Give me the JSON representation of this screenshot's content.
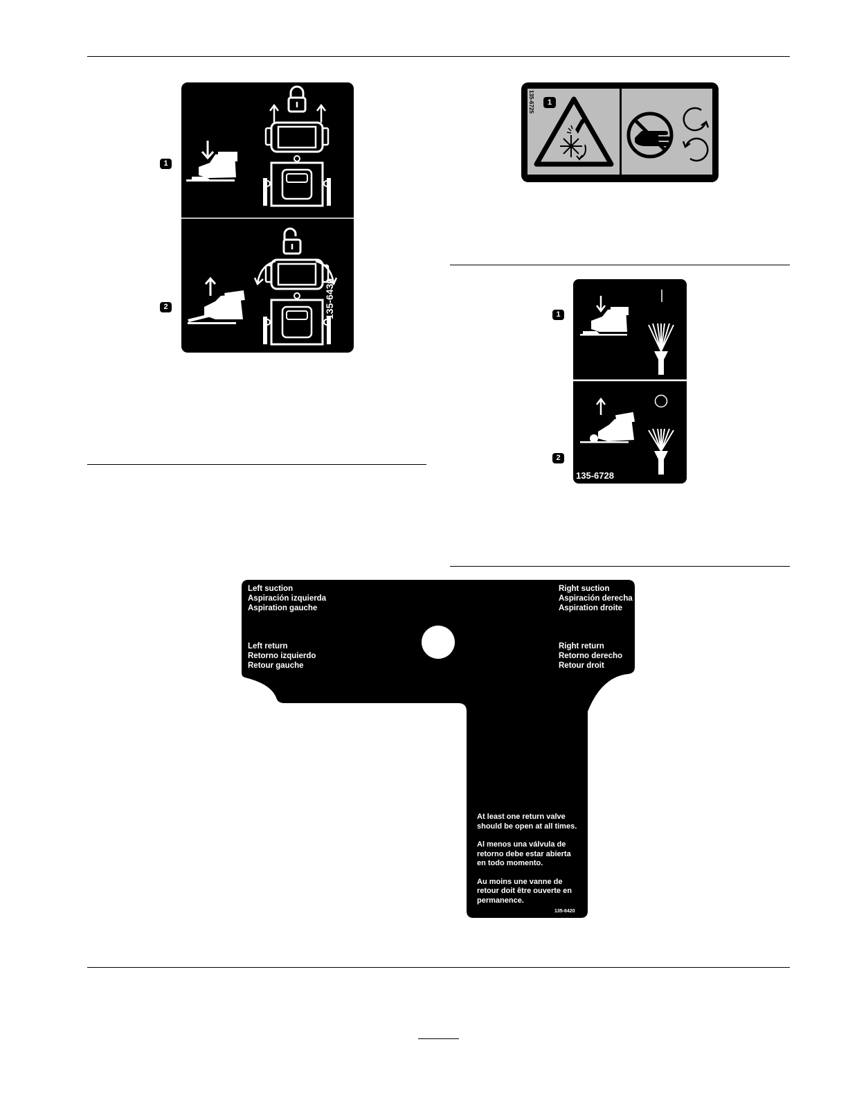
{
  "colors": {
    "decal": "#000000",
    "panel_gray": "#bdbdbd",
    "ink": "#000000",
    "page": "#ffffff"
  },
  "decal_6430": {
    "part_number": "135-6430",
    "callouts": [
      "1",
      "2"
    ],
    "icons": [
      "pedal-pressed-icon",
      "lock-closed-icon",
      "mower-locked-icon",
      "pedal-released-icon",
      "lock-open-icon",
      "mower-turning-icon"
    ]
  },
  "decal_6725": {
    "part_number": "135-6725",
    "callouts": [
      "1"
    ],
    "icons": [
      "cutting-blade-warning-icon",
      "no-hands-icon",
      "rotation-arrows-icon"
    ]
  },
  "decal_6728": {
    "part_number": "135-6728",
    "callouts": [
      "1",
      "2"
    ],
    "icons": [
      "pedal-pressed-icon",
      "switch-on-icon",
      "spray-icon",
      "pedal-released-icon",
      "switch-off-icon",
      "spray-icon"
    ]
  },
  "decal_6420": {
    "part_number": "135-6420",
    "left_suction": [
      "Left suction",
      "Aspiración izquierda",
      "Aspiration gauche"
    ],
    "right_suction": [
      "Right suction",
      "Aspiración derecha",
      "Aspiration droite"
    ],
    "left_return": [
      "Left return",
      "Retorno izquierdo",
      "Retour gauche"
    ],
    "right_return": [
      "Right return",
      "Retorno derecho",
      "Retour droit"
    ],
    "notice_en": [
      "At least one return valve",
      "should be open at all times."
    ],
    "notice_es": [
      "Al menos una válvula de",
      "retorno debe estar abierta",
      "en todo momento."
    ],
    "notice_fr": [
      "Au moins une vanne de",
      "retour doit être ouverte en",
      "permanence."
    ]
  }
}
